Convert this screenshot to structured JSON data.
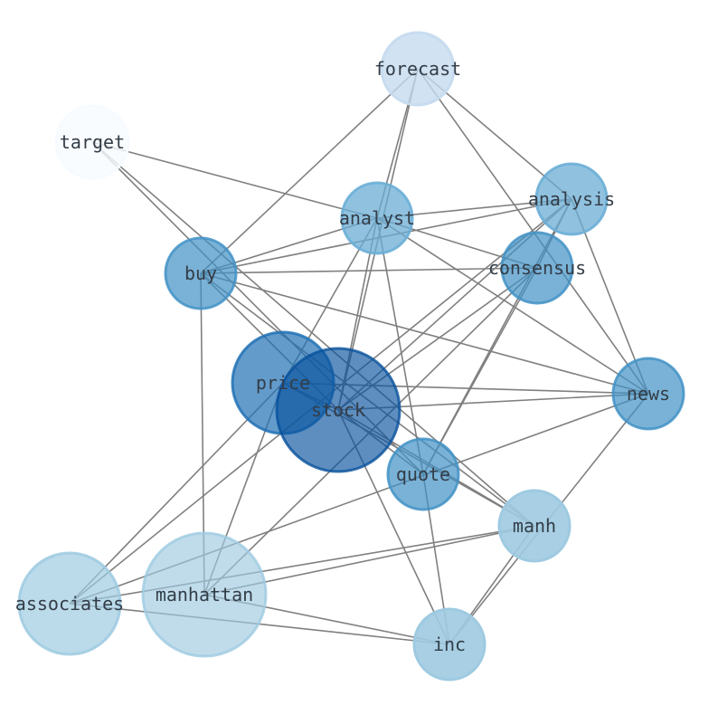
{
  "graph": {
    "nodes": [
      {
        "id": "forecast",
        "label": "forecast",
        "color": "#c6dbef",
        "alpha": 0.8
      },
      {
        "id": "target",
        "label": "target",
        "color": "#f7fbff",
        "alpha": 0.8
      },
      {
        "id": "analysis",
        "label": "analysis",
        "color": "#6baed6",
        "alpha": 0.75
      },
      {
        "id": "analyst",
        "label": "analyst",
        "color": "#6baed6",
        "alpha": 0.75
      },
      {
        "id": "consensus",
        "label": "consensus",
        "color": "#4292c6",
        "alpha": 0.7
      },
      {
        "id": "buy",
        "label": "buy",
        "color": "#4292c6",
        "alpha": 0.7
      },
      {
        "id": "price",
        "label": "price",
        "color": "#2171b5",
        "alpha": 0.7
      },
      {
        "id": "stock",
        "label": "stock",
        "color": "#08519c",
        "alpha": 0.65
      },
      {
        "id": "news",
        "label": "news",
        "color": "#4292c6",
        "alpha": 0.7
      },
      {
        "id": "quote",
        "label": "quote",
        "color": "#4292c6",
        "alpha": 0.7
      },
      {
        "id": "manh",
        "label": "manh",
        "color": "#9ecae1",
        "alpha": 0.9
      },
      {
        "id": "associates",
        "label": "associates",
        "color": "#9ecae1",
        "alpha": 0.7
      },
      {
        "id": "manhattan",
        "label": "manhattan",
        "color": "#9ecae1",
        "alpha": 0.65
      },
      {
        "id": "inc",
        "label": "inc",
        "color": "#9ecae1",
        "alpha": 0.9
      }
    ],
    "edges": [
      [
        "forecast",
        "buy"
      ],
      [
        "forecast",
        "analyst"
      ],
      [
        "forecast",
        "stock"
      ],
      [
        "forecast",
        "analysis"
      ],
      [
        "forecast",
        "news"
      ],
      [
        "target",
        "analyst"
      ],
      [
        "target",
        "quote"
      ],
      [
        "target",
        "manh"
      ],
      [
        "analysis",
        "analyst"
      ],
      [
        "analysis",
        "buy"
      ],
      [
        "analysis",
        "news"
      ],
      [
        "analysis",
        "associates"
      ],
      [
        "analysis",
        "stock"
      ],
      [
        "analysis",
        "quote"
      ],
      [
        "analysis",
        "consensus"
      ],
      [
        "analyst",
        "buy"
      ],
      [
        "analyst",
        "consensus"
      ],
      [
        "analyst",
        "news"
      ],
      [
        "analyst",
        "price"
      ],
      [
        "analyst",
        "stock"
      ],
      [
        "analyst",
        "quote"
      ],
      [
        "consensus",
        "buy"
      ],
      [
        "consensus",
        "stock"
      ],
      [
        "consensus",
        "quote"
      ],
      [
        "consensus",
        "manhattan"
      ],
      [
        "buy",
        "stock"
      ],
      [
        "buy",
        "news"
      ],
      [
        "buy",
        "manhattan"
      ],
      [
        "buy",
        "manh"
      ],
      [
        "price",
        "news"
      ],
      [
        "price",
        "stock"
      ],
      [
        "price",
        "associates"
      ],
      [
        "price",
        "manhattan"
      ],
      [
        "price",
        "manh"
      ],
      [
        "stock",
        "news"
      ],
      [
        "stock",
        "quote"
      ],
      [
        "stock",
        "manh"
      ],
      [
        "stock",
        "inc"
      ],
      [
        "news",
        "associates"
      ],
      [
        "news",
        "inc"
      ],
      [
        "quote",
        "inc"
      ],
      [
        "manh",
        "associates"
      ],
      [
        "manh",
        "manhattan"
      ],
      [
        "manh",
        "inc"
      ],
      [
        "associates",
        "inc"
      ],
      [
        "manhattan",
        "inc"
      ]
    ]
  }
}
